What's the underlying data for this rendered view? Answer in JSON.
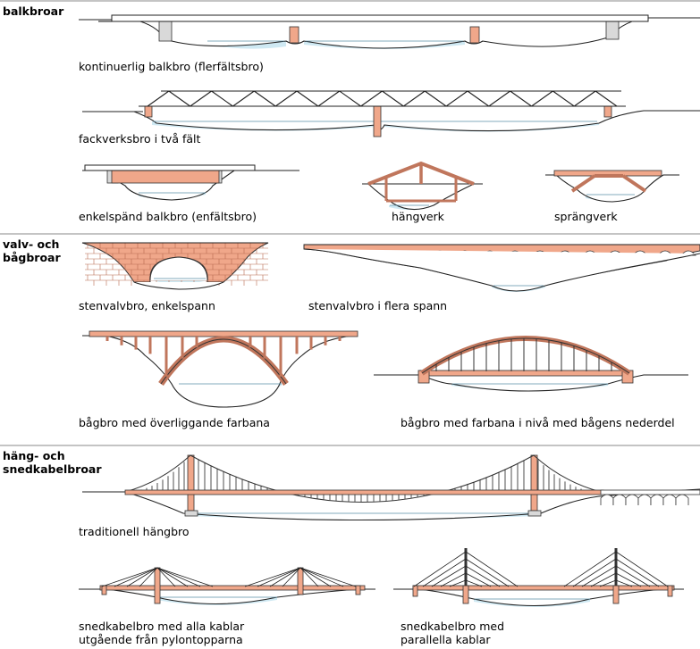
{
  "sections": [
    {
      "id": "beam",
      "title_lines": [
        "balkbroar"
      ]
    },
    {
      "id": "arch",
      "title_lines": [
        "valv- och",
        "bågbroar"
      ]
    },
    {
      "id": "suspension",
      "title_lines": [
        "häng- och",
        "snedkabelbroar"
      ]
    }
  ],
  "captions": {
    "continuous_beam": "kontinuerlig balkbro (flerfältsbro)",
    "truss_two_span": "fackverksbro i två fält",
    "simple_beam": "enkelspänd balkbro (enfältsbro)",
    "king_post": "hängverk",
    "strut_frame": "sprängverk",
    "stone_arch_single": "stenvalvbro, enkelspann",
    "stone_arch_multi": "stenvalvbro i flera spann",
    "deck_arch": "bågbro med överliggande farbana",
    "through_arch_line1": "bågbro med farbana i nivå med bågens nederdel",
    "suspension": "traditionell hängbro",
    "cable_stayed_fan_line1": "snedkabelbro med alla kablar",
    "cable_stayed_fan_line2": "utgående från pylontopparna",
    "cable_stayed_harp_line1": "snedkabelbro med",
    "cable_stayed_harp_line2": "parallella kablar"
  },
  "colors": {
    "structure": "#f0a78a",
    "water": "#cfe9f3",
    "abutment": "#d9d9d9",
    "divider": "#888888"
  }
}
